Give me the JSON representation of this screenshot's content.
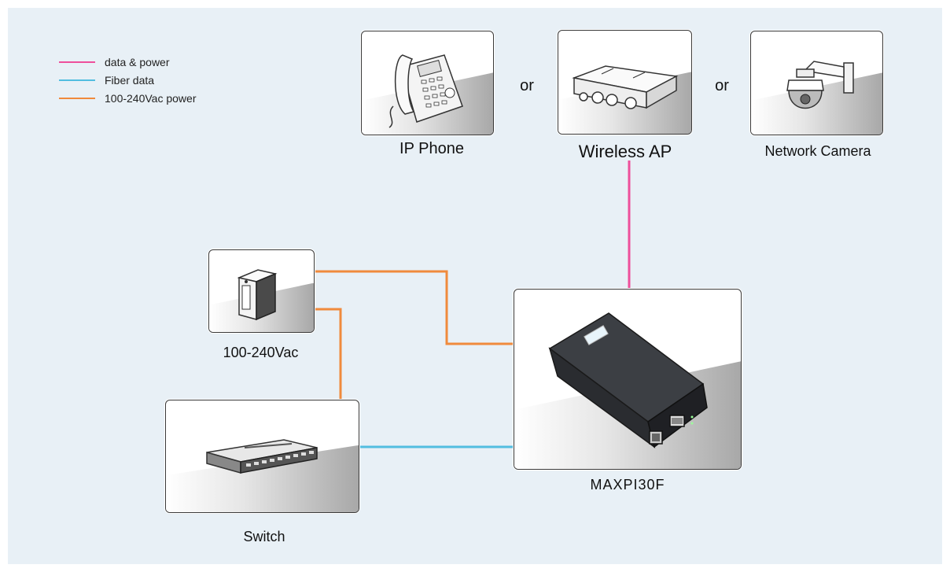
{
  "colors": {
    "data_power": "#ee4f9b",
    "fiber": "#52bde0",
    "ac_power": "#f08a3c",
    "background": "#e8f0f6"
  },
  "legend": [
    {
      "label": "data & power",
      "color": "#ee4f9b"
    },
    {
      "label": "Fiber data",
      "color": "#52bde0"
    },
    {
      "label": "100-240Vac power",
      "color": "#f08a3c"
    }
  ],
  "devices": {
    "ip_phone": {
      "label": "IP Phone",
      "icon": "ip-phone-icon"
    },
    "wireless_ap": {
      "label": "Wireless AP",
      "icon": "wireless-ap-icon"
    },
    "camera": {
      "label": "Network Camera",
      "icon": "camera-icon"
    },
    "ac_source": {
      "label": "100-240Vac",
      "icon": "power-supply-icon"
    },
    "switch": {
      "label": "Switch",
      "icon": "switch-icon"
    },
    "injector": {
      "label": "MAXPI30F",
      "icon": "poe-injector-icon"
    }
  },
  "separators": [
    "or",
    "or"
  ]
}
